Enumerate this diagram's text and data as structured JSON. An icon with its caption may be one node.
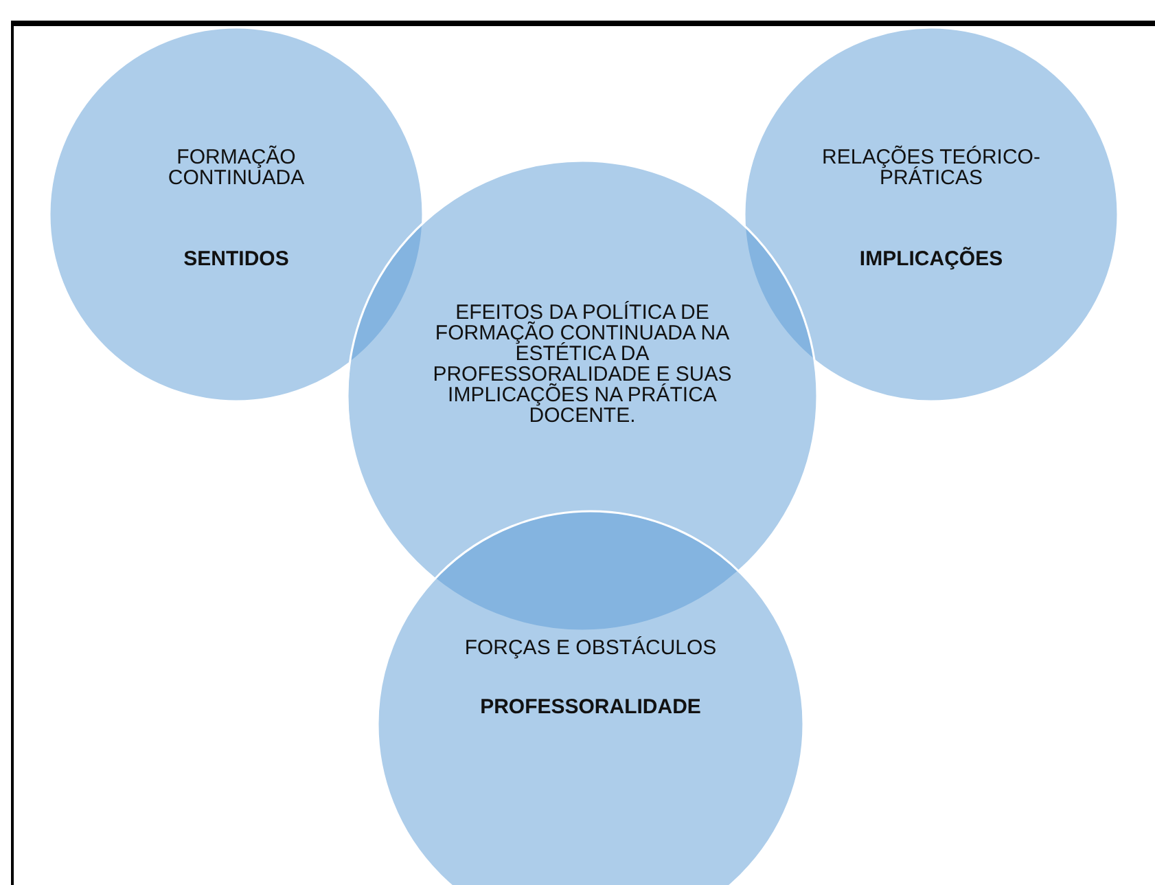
{
  "diagram": {
    "nodes": [
      {
        "text": [
          "FORMAÇÃO CONTINUADA",
          "SENTIDOS"
        ]
      },
      {
        "text": [
          "RELAÇÕES TEÓRICO- PRÁTICAS",
          "IMPLICAÇÕES"
        ]
      },
      {
        "text": [
          "EFEITOS DA POLÍTICA DE FORMAÇÃO CONTINUADA NA ESTÉTICA DA PROFESSORALIDADE E SUAS IMPLICAÇÕES NA PRÁTICA DOCENTE."
        ]
      },
      {
        "text": [
          "FORÇAS E OBSTÁCULOS",
          "PROFESSORALIDADE"
        ]
      }
    ],
    "edges": []
  }
}
